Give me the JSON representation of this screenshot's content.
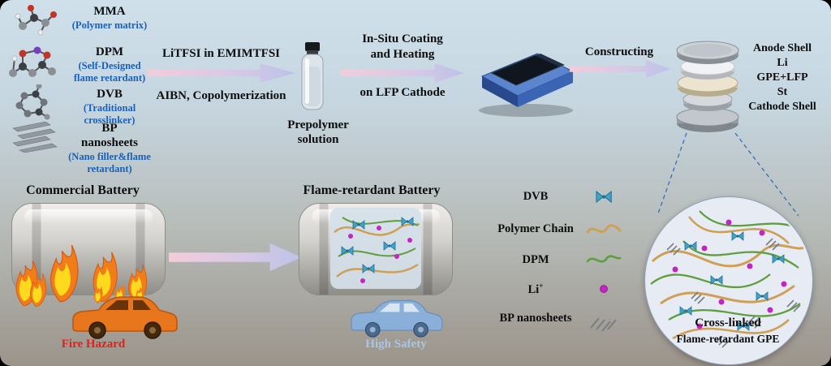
{
  "materials": {
    "mma": {
      "name": "MMA",
      "desc": "(Polymer matrix)"
    },
    "dpm": {
      "name": "DPM",
      "desc": "(Self-Designed flame retardant)"
    },
    "dvb": {
      "name": "DVB",
      "desc": "(Traditional crosslinker)"
    },
    "bp": {
      "name": "BP nanosheets",
      "desc": "(Nano filler&flame retardant)"
    }
  },
  "process": {
    "step1_top": "LiTFSI in EMIMTFSI",
    "step1_bottom": "AIBN, Copolymerization",
    "prepolymer_line1": "Prepolymer",
    "prepolymer_line2": "solution",
    "step2_line1": "In-Situ Coating",
    "step2_line2": "and Heating",
    "step2_bottom": "on LFP Cathode",
    "step3": "Constructing"
  },
  "cell_stack": {
    "labels": [
      "Anode Shell",
      "Li",
      "GPE+LFP",
      "St",
      "Cathode Shell"
    ]
  },
  "bottom": {
    "commercial_title": "Commercial Battery",
    "fire_label": "Fire Hazard",
    "flame_title": "Flame-retardant Battery",
    "safety_label": "High Safety"
  },
  "legend": {
    "items": [
      {
        "label": "DVB"
      },
      {
        "label": "Polymer Chain"
      },
      {
        "label": "DPM"
      },
      {
        "label": "Li",
        "sup": "+"
      },
      {
        "label": "BP nanosheets"
      }
    ]
  },
  "zoom_view": {
    "title": "Cross-linked",
    "subtitle": "Flame-retardant GPE"
  },
  "colors": {
    "accent_blue": "#1661bd",
    "fire_red": "#e32019",
    "safety_blue": "#a9c6e6"
  }
}
